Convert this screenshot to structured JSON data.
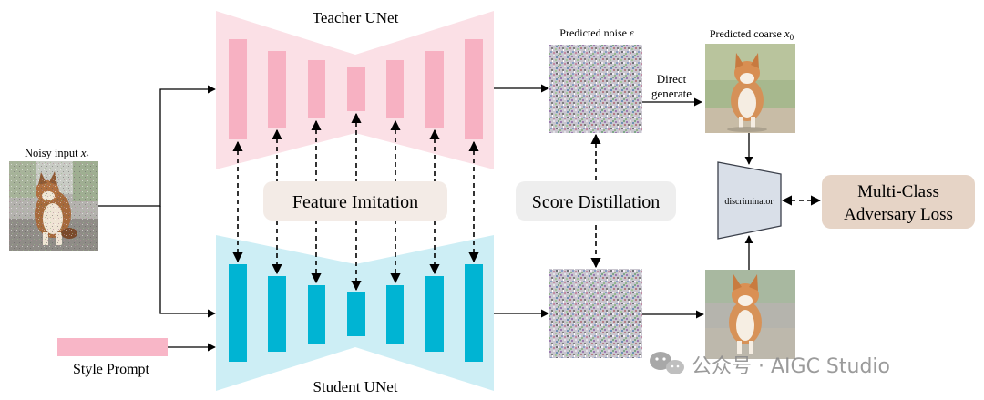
{
  "labels": {
    "teacher": "Teacher UNet",
    "student": "Student UNet",
    "noisy_input": "Noisy input ",
    "noisy_input_var": "x",
    "noisy_input_sub": "t",
    "style_prompt": "Style Prompt",
    "predicted_noise": "Predicted noise ",
    "predicted_noise_var": "ε",
    "predicted_coarse": "Predicted coarse ",
    "predicted_coarse_var": "x",
    "predicted_coarse_sub": "0",
    "direct_line1": "Direct",
    "direct_line2": "generate",
    "feature_imitation": "Feature Imitation",
    "score_distillation": "Score Distillation",
    "discriminator": "discriminator",
    "loss_line1": "Multi-Class",
    "loss_line2": "Adversary Loss"
  },
  "watermark": {
    "text": "公众号 · AIGC Studio"
  },
  "colors": {
    "teacher_fill": "#fbe0e6",
    "teacher_block": "#f7b1c2",
    "student_fill": "#cdeef5",
    "student_block": "#00b4d3",
    "style_prompt_fill": "#f8b6c7",
    "pill_fill": "#f3ebe6",
    "score_pill_fill": "#eeeeee",
    "discriminator_fill": "#d9dfe8",
    "loss_fill": "#e6d4c6"
  }
}
